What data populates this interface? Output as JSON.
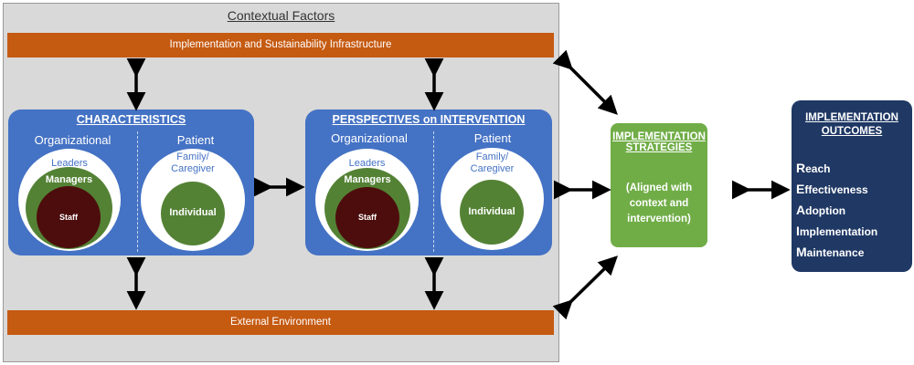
{
  "contextual_factors": {
    "title": "Contextual Factors",
    "top_bar": "Implementation and Sustainability Infrastructure",
    "bottom_bar": "External Environment"
  },
  "characteristics": {
    "title": "CHARACTERISTICS",
    "organizational_heading": "Organizational",
    "patient_heading": "Patient",
    "leaders": "Leaders",
    "managers": "Managers",
    "staff": "Staff",
    "family_caregiver_line1": "Family/",
    "family_caregiver_line2": "Caregiver",
    "individual": "Individual"
  },
  "perspectives": {
    "title": "PERSPECTIVES on INTERVENTION",
    "organizational_heading": "Organizational",
    "patient_heading": "Patient",
    "leaders": "Leaders",
    "managers": "Managers",
    "staff": "Staff",
    "family_caregiver_line1": "Family/",
    "family_caregiver_line2": "Caregiver",
    "individual": "Individual"
  },
  "strategies": {
    "title_line1": "IMPLEMENTATION",
    "title_line2": "STRATEGIES",
    "note_line1": "(Aligned with",
    "note_line2": "context and",
    "note_line3": "intervention)"
  },
  "outcomes": {
    "title_line1": "IMPLEMENTATION",
    "title_line2": "OUTCOMES",
    "items": [
      {
        "initial": "R",
        "rest": "each"
      },
      {
        "initial": "E",
        "rest": "ffectiveness"
      },
      {
        "initial": "A",
        "rest": "doption"
      },
      {
        "initial": "I",
        "rest": "mplementation"
      },
      {
        "initial": "M",
        "rest": "aintenance"
      }
    ]
  },
  "colors": {
    "orange": "#c55a11",
    "blue": "#4472c4",
    "green_box": "#70ad47",
    "green_circle": "#548235",
    "maroon": "#4d0d0d",
    "navy": "#1f3864",
    "context_gray": "#d9d9d9"
  }
}
